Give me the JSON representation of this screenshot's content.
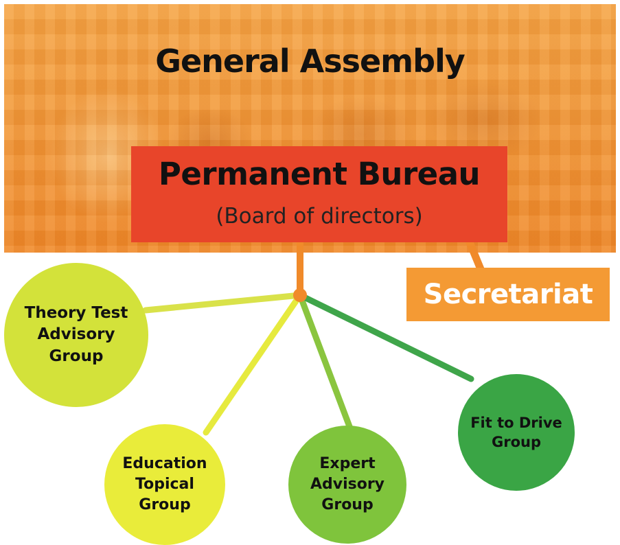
{
  "general_assembly": {
    "title": "General Assembly"
  },
  "permanent_bureau": {
    "title": "Permanent Bureau",
    "subtitle": "(Board of directors)"
  },
  "secretariat": {
    "label": "Secretariat"
  },
  "groups": [
    {
      "id": "theory-test",
      "label": "Theory Test\nAdvisory\nGroup",
      "color": "#d3e23a"
    },
    {
      "id": "education",
      "label": "Education\nTopical\nGroup",
      "color": "#e9ec3a"
    },
    {
      "id": "expert",
      "label": "Expert\nAdvisory\nGroup",
      "color": "#7fc43c"
    },
    {
      "id": "fit-to-drive",
      "label": "Fit to Drive\nGroup",
      "color": "#3aa545"
    }
  ],
  "colors": {
    "banner": "#f29a3a",
    "bureau": "#e8452a",
    "secretariat": "#f49a34",
    "hub": "#f08a2a"
  }
}
